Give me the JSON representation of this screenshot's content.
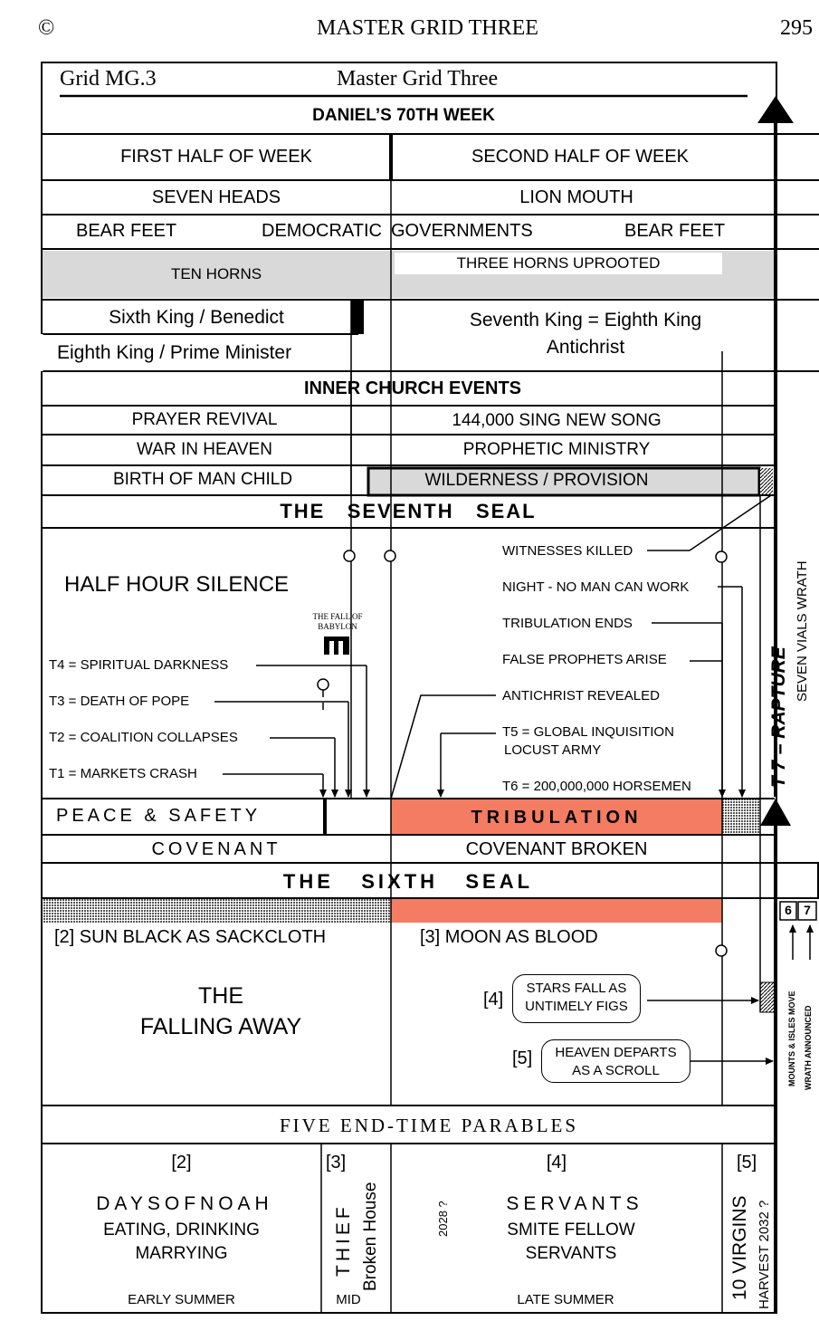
{
  "page": {
    "copyright": "©",
    "title": "MASTER GRID THREE",
    "page_number": "295"
  },
  "grid": {
    "id": "Grid MG.3",
    "name": "Master Grid Three",
    "heading": "DANIEL’S 70TH WEEK"
  },
  "halves": {
    "first": "FIRST HALF OF WEEK",
    "second": "SECOND HALF OF WEEK"
  },
  "beast": {
    "seven_heads": "SEVEN HEADS",
    "lion_mouth": "LION MOUTH",
    "bear_feet_left": "BEAR FEET",
    "democratic": "DEMOCRATIC",
    "governments": "GOVERNMENTS",
    "bear_feet_right": "BEAR FEET",
    "ten_horns": "TEN HORNS",
    "three_horns": "THREE HORNS UPROOTED"
  },
  "kings": {
    "sixth": "Sixth King / Benedict",
    "eighth": "Eighth King / Prime Minister",
    "seventh": "Seventh King = Eighth King",
    "antichrist": "Antichrist"
  },
  "church": {
    "heading": "INNER CHURCH EVENTS",
    "prayer": "PRAYER REVIVAL",
    "song": "144,000 SING NEW SONG",
    "war": "WAR IN HEAVEN",
    "prophetic": "PROPHETIC MINISTRY",
    "birth": "BIRTH OF MAN CHILD",
    "wilderness": "WILDERNESS  /  PROVISION"
  },
  "seventh_seal": {
    "heading": "THE   SEVENTH   SEAL",
    "silence": "HALF HOUR SILENCE",
    "fall_babylon": "THE FALL OF BABYLON",
    "t4": "T4 = SPIRITUAL DARKNESS",
    "t3": "T3 = DEATH OF POPE",
    "t2": "T2 = COALITION COLLAPSES",
    "t1": "T1 = MARKETS CRASH",
    "witnesses": "WITNESSES KILLED",
    "night": "NIGHT - NO MAN CAN WORK",
    "trib_ends": "TRIBULATION ENDS",
    "false_prophets": "FALSE PROPHETS ARISE",
    "antichrist_revealed": "ANTICHRIST REVEALED",
    "t5a": "T5 = GLOBAL INQUISITION",
    "t5b": "LOCUST ARMY",
    "t6": "T6 = 200,000,000 HORSEMEN"
  },
  "middle": {
    "peace": "PEACE & SAFETY",
    "tribulation": "TRIBULATION",
    "covenant": "COVENANT",
    "covenant_broken": "COVENANT BROKEN"
  },
  "sixth_seal": {
    "heading": "THE   SIXTH   SEAL",
    "sun": "[2] SUN BLACK AS SACKCLOTH",
    "moon": "[3] MOON AS BLOOD",
    "falling1": "THE",
    "falling2": "FALLING AWAY",
    "n4": "[4]",
    "stars1": "STARS FALL AS",
    "stars2": "UNTIMELY FIGS",
    "n5": "[5]",
    "heaven1": "HEAVEN DEPARTS",
    "heaven2": "AS A SCROLL",
    "b6": "6",
    "b7": "7",
    "mounts": "MOUNTS & ISLES MOVE",
    "wrath": "WRATH  ANNOUNCED"
  },
  "right_side": {
    "rapture": "T 7 = RAPTURE",
    "vials": "SEVEN VIALS WRATH"
  },
  "parables": {
    "heading": "FIVE  END-TIME  PARABLES",
    "p2_num": "[2]",
    "p2_title": "DAYSOFNOAH",
    "p2_l1": "EATING, DRINKING",
    "p2_l2": "MARRYING",
    "p2_season": "EARLY SUMMER",
    "p3_num": "[3]",
    "p3_thief": "THIEF",
    "p3_house": "Broken House",
    "p3_season": "MID",
    "year1": "2028 ?",
    "p4_num": "[4]",
    "p4_title": "SERVANTS",
    "p4_l1": "SMITE FELLOW",
    "p4_l2": "SERVANTS",
    "p4_season": "LATE SUMMER",
    "p5_num": "[5]",
    "p5_virgins": "10 VIRGINS",
    "p5_harvest": "HARVEST  2032 ?"
  },
  "colors": {
    "salmon": "#f47c62",
    "grey": "#d9d9d9",
    "hatch": "#666666"
  }
}
